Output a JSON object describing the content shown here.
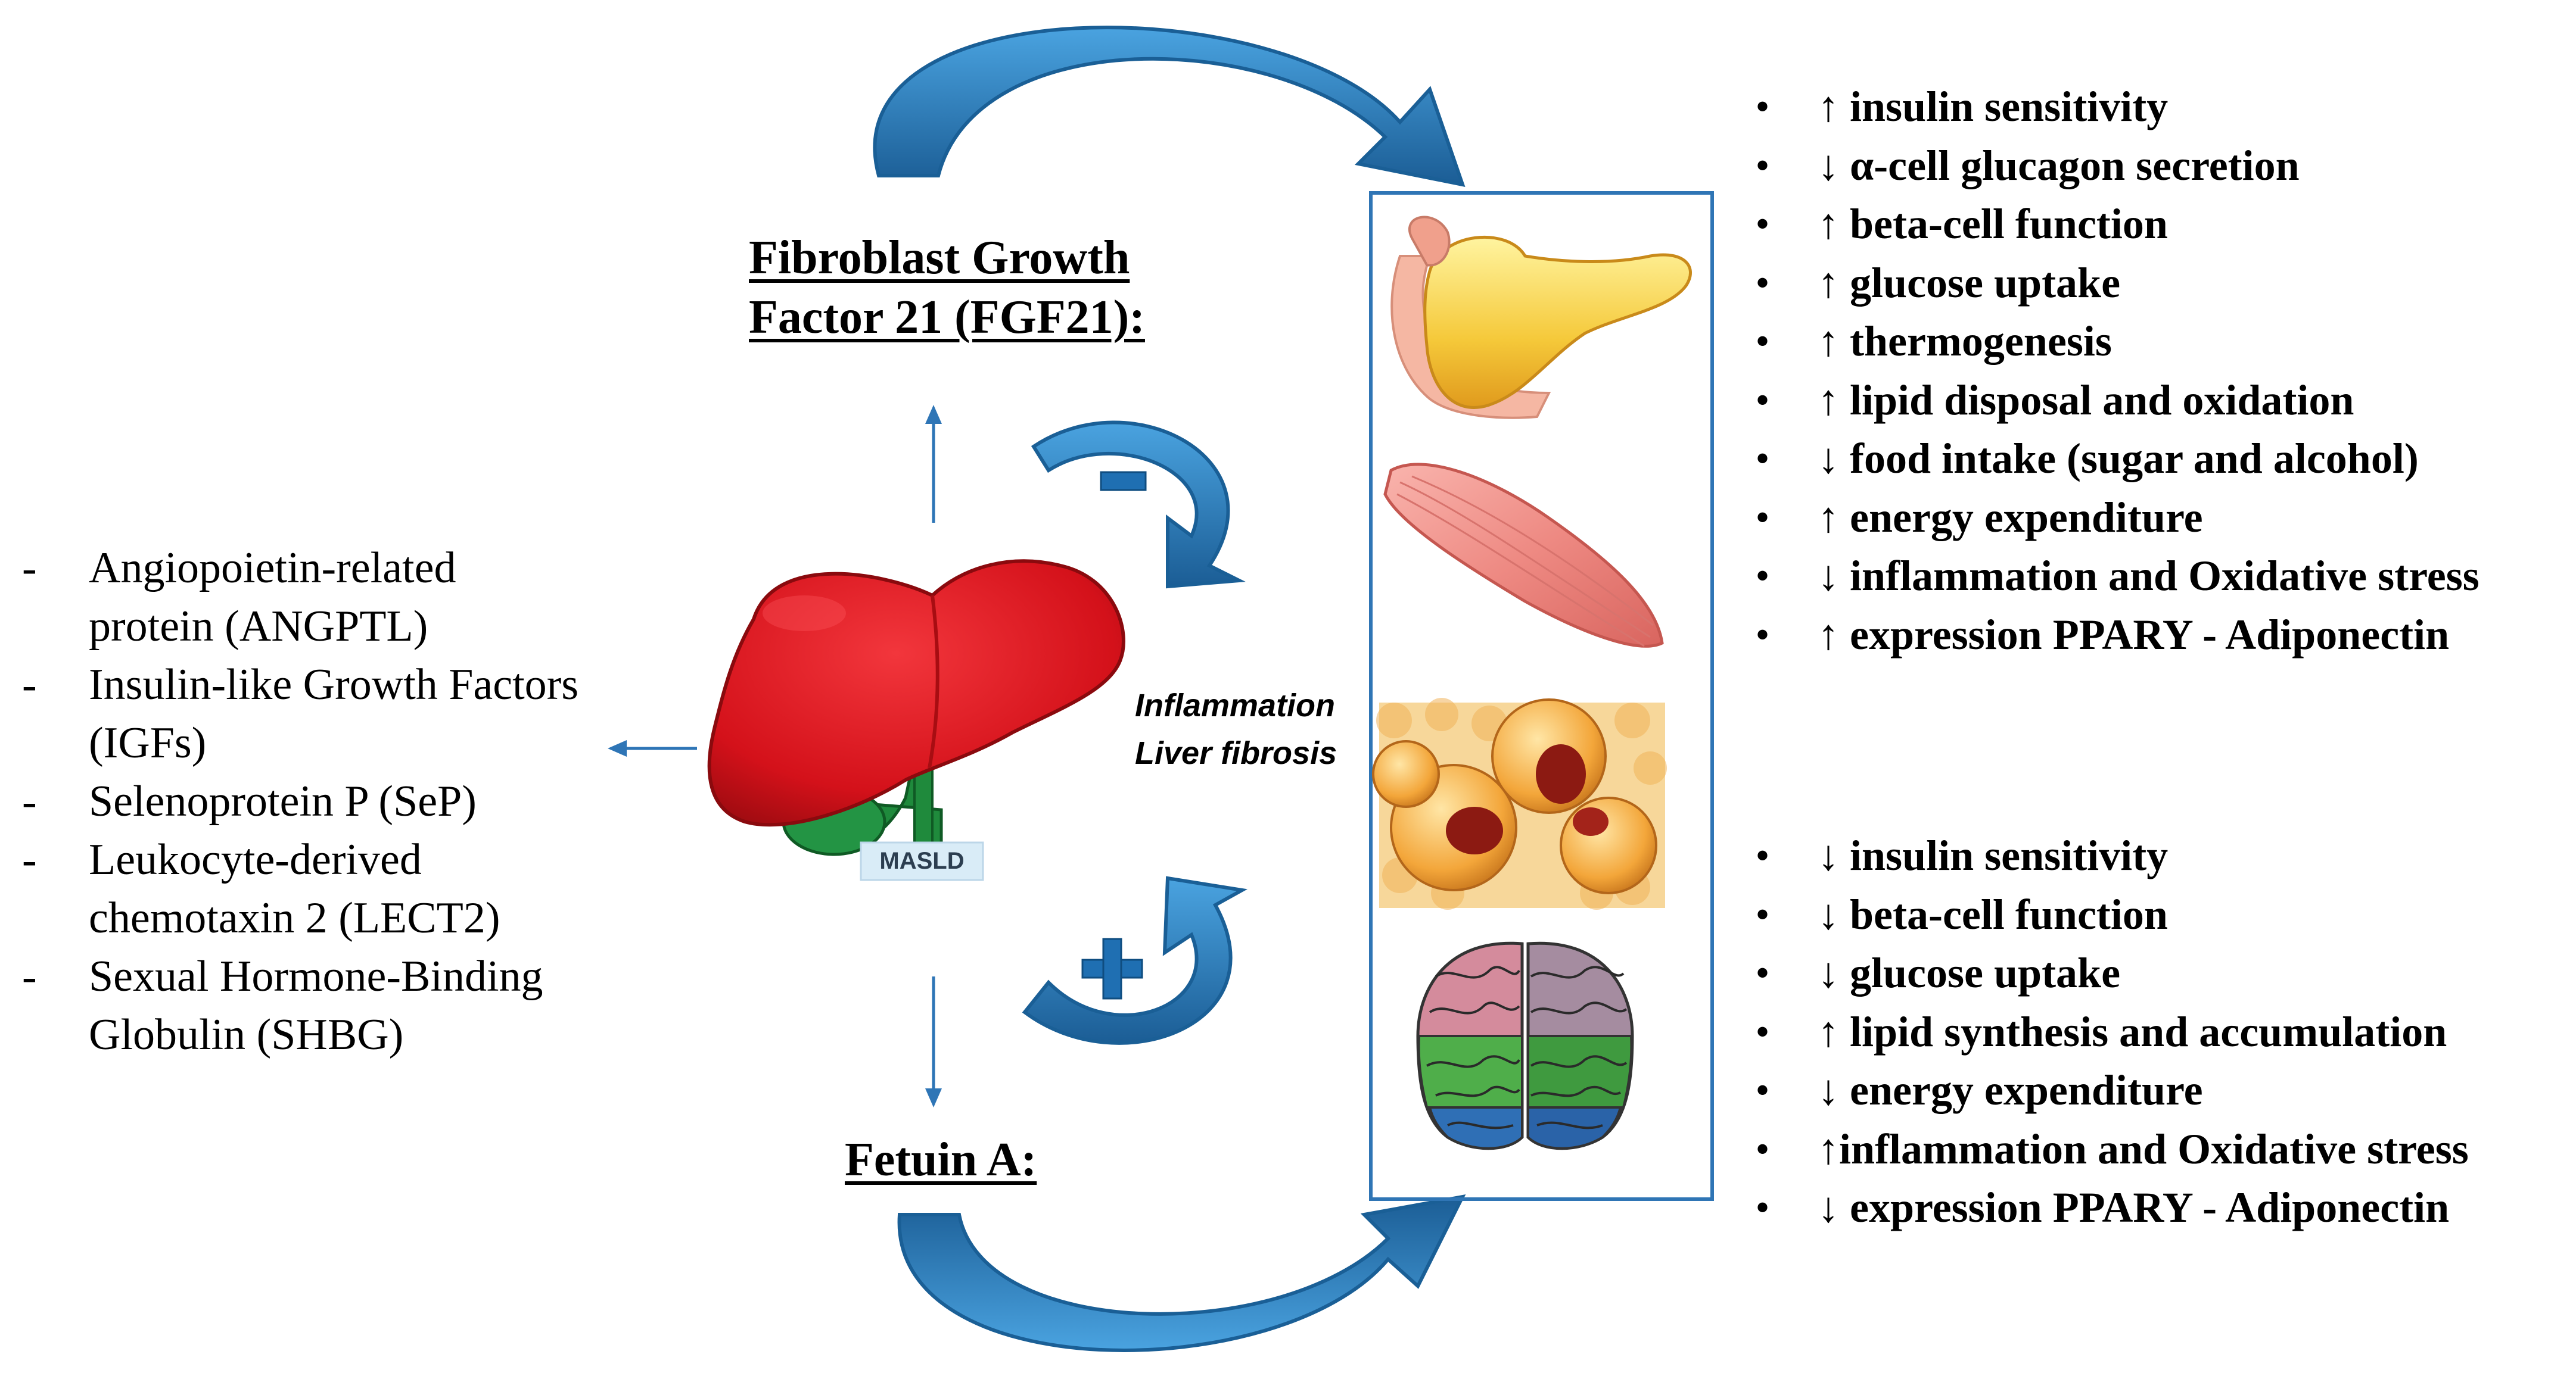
{
  "fgf21": {
    "title_line1": "Fibroblast Growth",
    "title_line2": "Factor 21 (FGF21):"
  },
  "fetuin": {
    "title": "Fetuin A:"
  },
  "liver": {
    "badge": "MASLD"
  },
  "center_note": {
    "line1": "Inflammation",
    "line2": "Liver fibrosis"
  },
  "left_list": [
    {
      "dash": "-",
      "line1": "Angiopoietin-related",
      "line2": "protein (ANGPTL)"
    },
    {
      "dash": "-",
      "line1": "Insulin-like Growth Factors",
      "line2": "(IGFs)"
    },
    {
      "dash": "-",
      "line1": "Selenoprotein P (SeP)"
    },
    {
      "dash": "-",
      "line1": "Leukocyte-derived",
      "line2": "chemotaxin 2 (LECT2)"
    },
    {
      "dash": "-",
      "line1": "Sexual Hormone-Binding",
      "line2": "Globulin (SHBG)"
    }
  ],
  "fgf21_effects": [
    "↑ insulin sensitivity",
    "↓ α-cell glucagon secretion",
    "↑ beta-cell function",
    "↑ glucose uptake",
    "↑ thermogenesis",
    "↑ lipid disposal and oxidation",
    "↓ food intake (sugar and alcohol)",
    "↑ energy expenditure",
    "↓ inflammation and Oxidative stress",
    "↑ expression PPARY - Adiponectin"
  ],
  "fetuin_effects": [
    "↓ insulin sensitivity",
    "↓ beta-cell function",
    "↓ glucose uptake",
    "↑ lipid synthesis and accumulation",
    "↓ energy expenditure",
    "↑inflammation and Oxidative stress",
    "↓ expression PPARY - Adiponectin"
  ],
  "colors": {
    "arrow_blue": "#2e86c8",
    "arrow_dark": "#1a5f96",
    "liver_red": "#e0141b",
    "gallbladder_green": "#1f8a3c",
    "frame_blue": "#2f75b5"
  }
}
